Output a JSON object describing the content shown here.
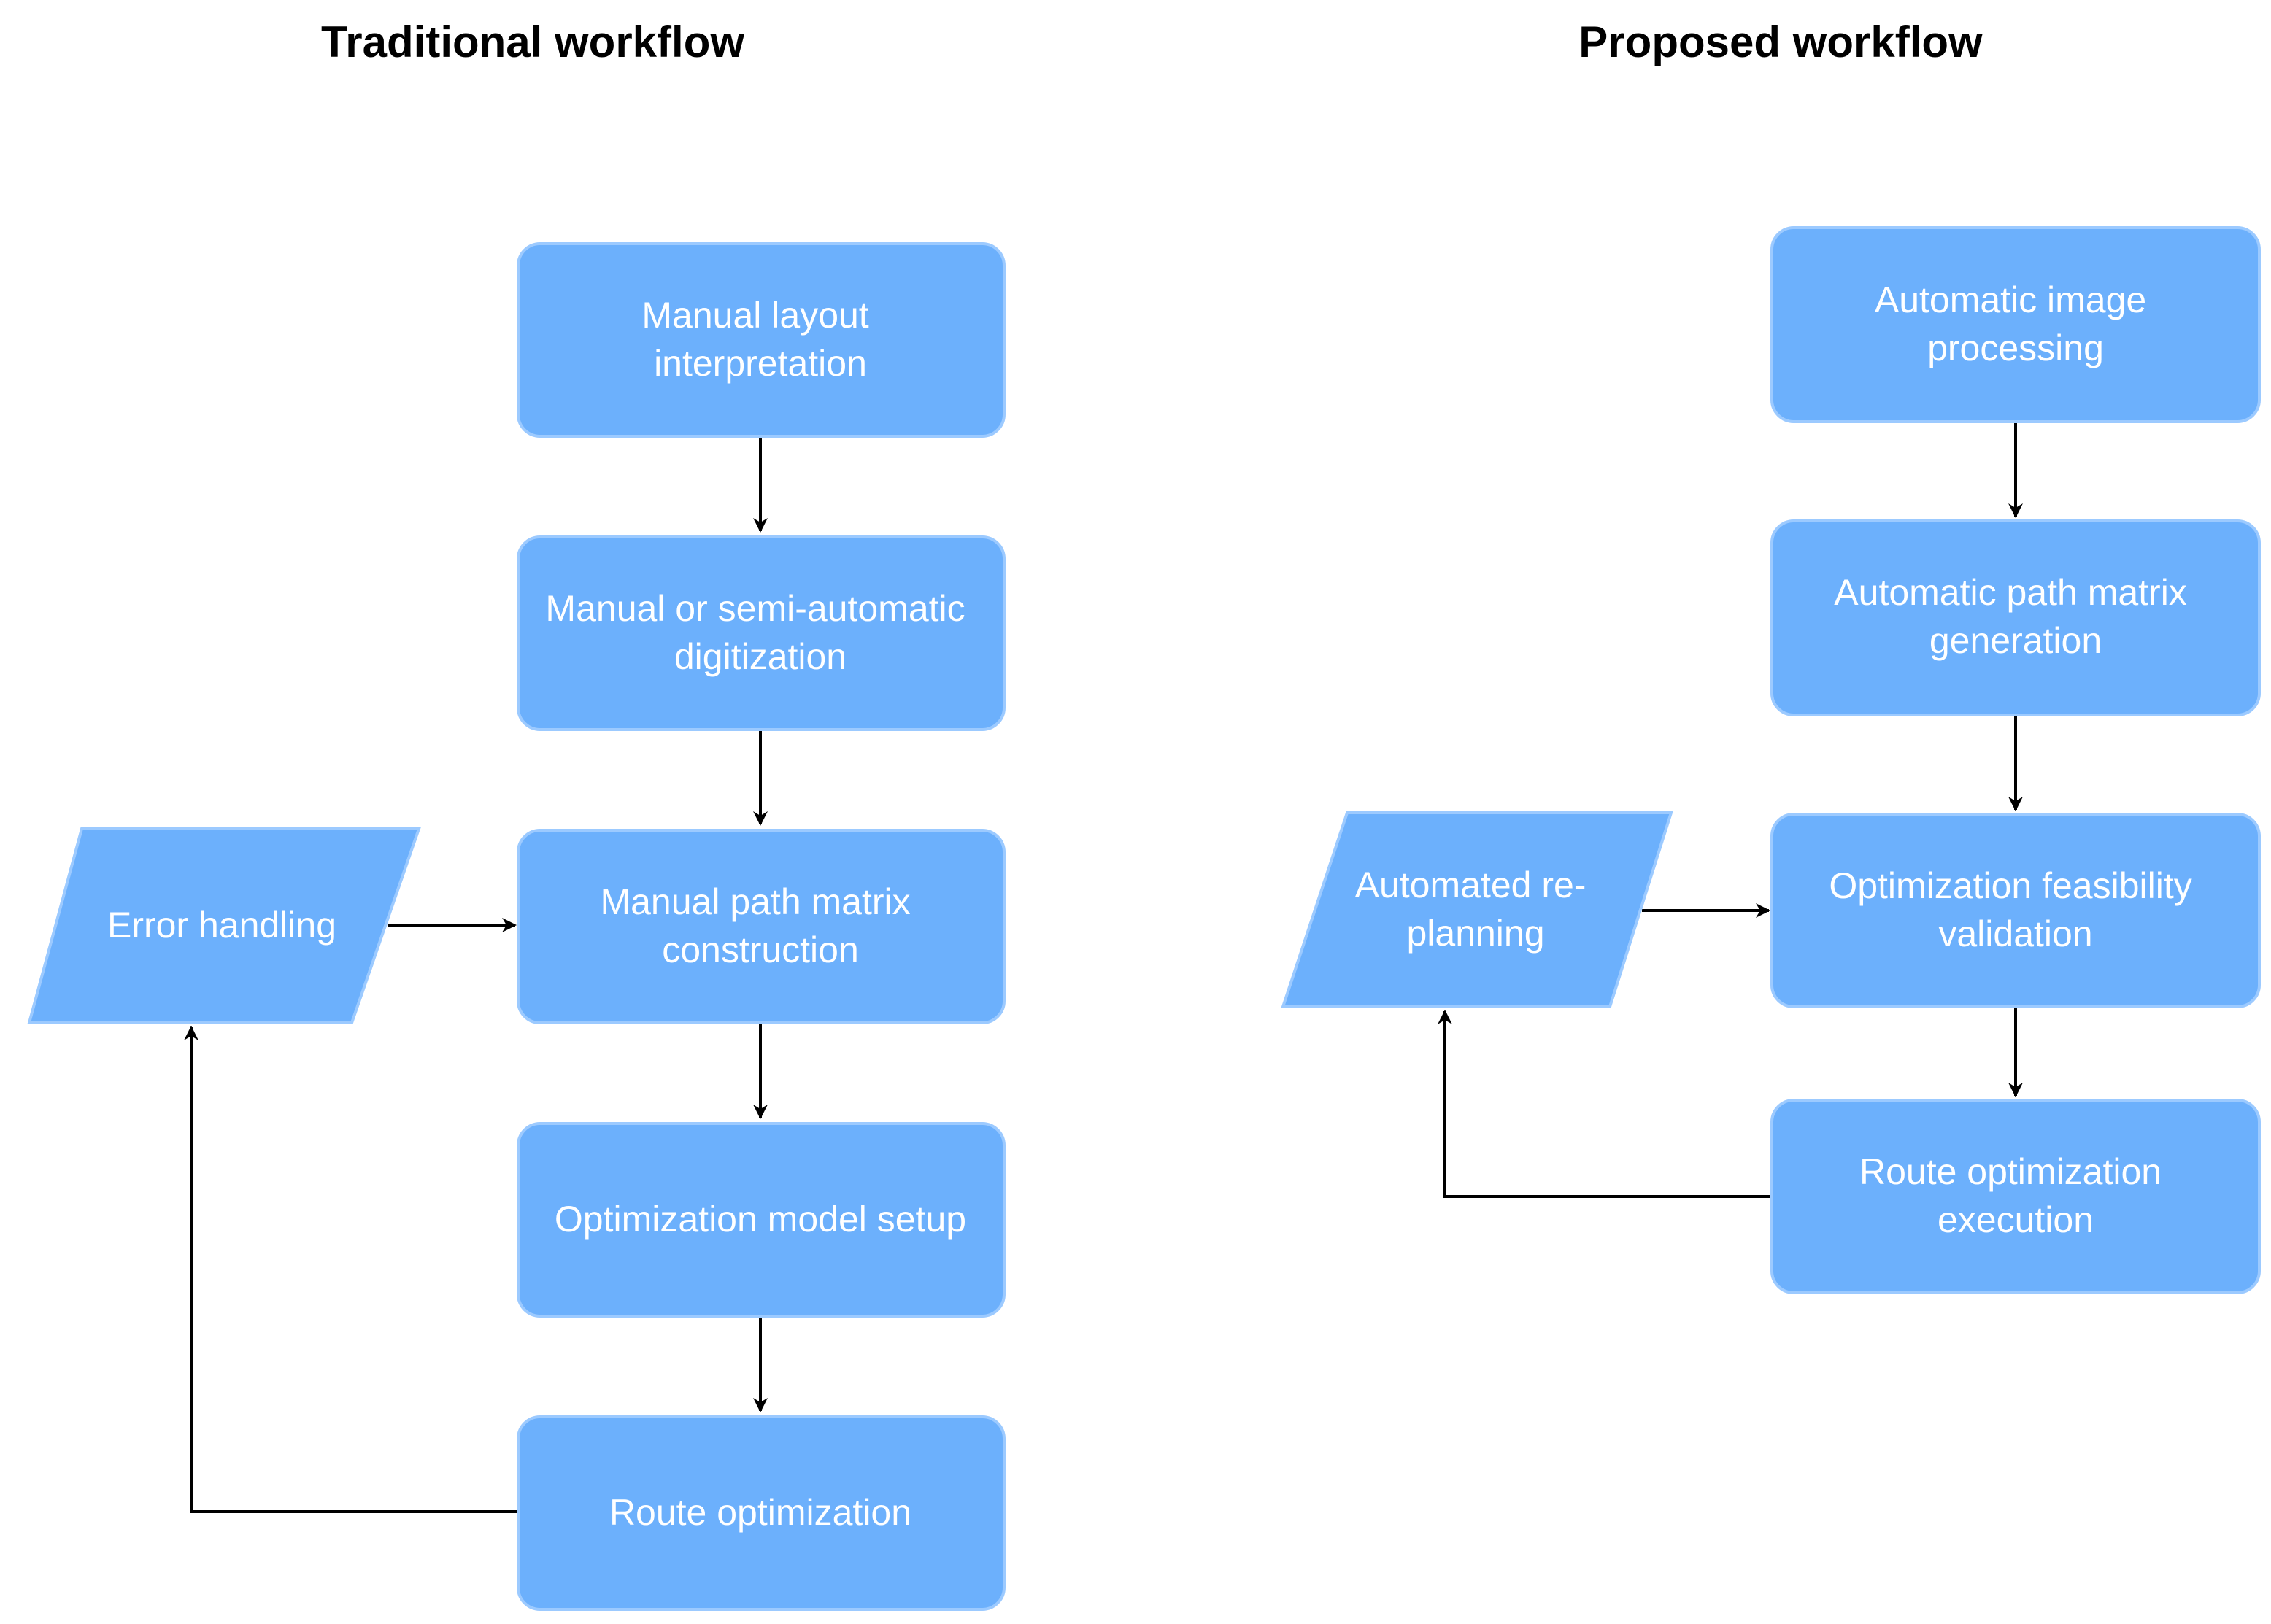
{
  "colors": {
    "node_fill": "#6cb0fc",
    "node_border": "#9ccaff",
    "node_text": "#ffffff",
    "edge": "#000000",
    "title": "#000000"
  },
  "traditional": {
    "title": "Traditional workflow",
    "nodes": {
      "manual_layout": [
        "Manual layout",
        "interpretation"
      ],
      "digitization": [
        "Manual or semi-automatic",
        "digitization"
      ],
      "matrix": [
        "Manual path matrix",
        "construction"
      ],
      "model_setup": [
        "Optimization model setup"
      ],
      "route_opt": [
        "Route optimization"
      ],
      "error": [
        "Error handling"
      ]
    }
  },
  "proposed": {
    "title": "Proposed workflow",
    "nodes": {
      "image_proc": [
        "Automatic image",
        "processing"
      ],
      "matrix_gen": [
        "Automatic path matrix",
        "generation"
      ],
      "feasibility": [
        "Optimization feasibility",
        "validation"
      ],
      "execution": [
        "Route optimization",
        "execution"
      ],
      "replanning": [
        "Automated re-",
        "planning"
      ]
    }
  }
}
